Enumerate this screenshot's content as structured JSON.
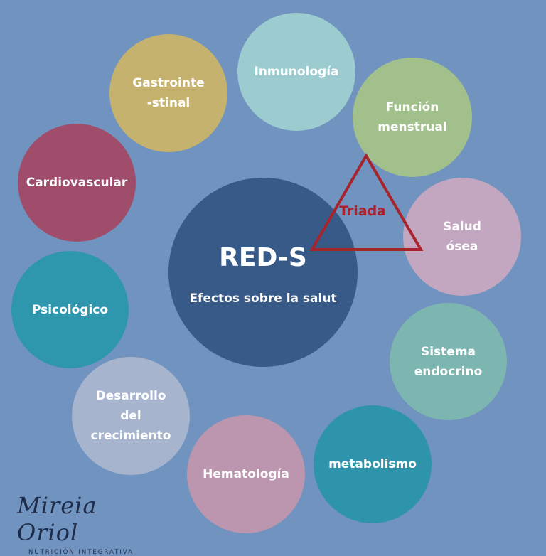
{
  "background_color": "#7093c0",
  "center": {
    "title": "RED-S",
    "subtitle": "Efectos sobre la salut",
    "color": "#385a88"
  },
  "triad": {
    "label": "Triada",
    "color": "#a8242d"
  },
  "nodes": [
    {
      "id": "inmunologia",
      "lines": [
        "Inmunología"
      ],
      "color": "#9dccd0"
    },
    {
      "id": "funcion-menstrual",
      "lines": [
        "Función",
        "menstrual"
      ],
      "color": "#a2c08c"
    },
    {
      "id": "salud-osea",
      "lines": [
        "Salud",
        "ósea"
      ],
      "color": "#c3a7c0"
    },
    {
      "id": "sistema-endocrino",
      "lines": [
        "Sistema",
        "endocrino"
      ],
      "color": "#7db5b0"
    },
    {
      "id": "metabolismo",
      "lines": [
        "metabolismo"
      ],
      "color": "#2e94ab"
    },
    {
      "id": "hematologia",
      "lines": [
        "Hematología"
      ],
      "color": "#bc96ae"
    },
    {
      "id": "desarrollo-crecimiento",
      "lines": [
        "Desarrollo",
        "del",
        "crecimiento"
      ],
      "color": "#a6b4cd"
    },
    {
      "id": "psicologico",
      "lines": [
        "Psicológico"
      ],
      "color": "#2e96ad"
    },
    {
      "id": "cardiovascular",
      "lines": [
        "Cardiovascular"
      ],
      "color": "#a04d6c"
    },
    {
      "id": "gastrointestinal",
      "lines": [
        "Gastrointe",
        "-stinal"
      ],
      "color": "#c4b26e"
    }
  ],
  "logo": {
    "name": "Mireia Oriol",
    "tagline": "NUTRICIÓN INTEGRATIVA"
  }
}
